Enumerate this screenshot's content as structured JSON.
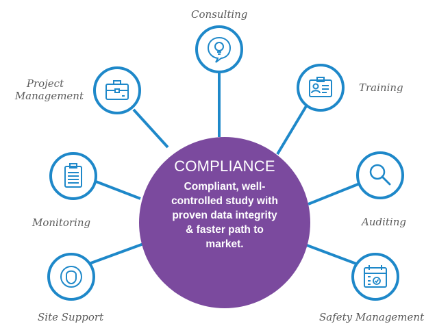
{
  "hub": {
    "title": "COMPLIANCE",
    "description_lines": [
      "Compliant, well-",
      "controlled study with",
      "proven data integrity",
      "& faster path to",
      "market."
    ]
  },
  "services": [
    {
      "id": "consulting",
      "label_lines": [
        "Consulting"
      ],
      "icon": "lightbulb-speech-icon"
    },
    {
      "id": "training",
      "label_lines": [
        "Training"
      ],
      "icon": "id-badge-icon"
    },
    {
      "id": "auditing",
      "label_lines": [
        "Auditing"
      ],
      "icon": "magnifier-icon"
    },
    {
      "id": "safety-management",
      "label_lines": [
        "Safety Management"
      ],
      "icon": "calendar-check-icon"
    },
    {
      "id": "site-support",
      "label_lines": [
        "Site Support"
      ],
      "icon": "person-icon"
    },
    {
      "id": "monitoring",
      "label_lines": [
        "Monitoring"
      ],
      "icon": "clipboard-icon"
    },
    {
      "id": "project-management",
      "label_lines": [
        "Project",
        "Management"
      ],
      "icon": "briefcase-icon"
    }
  ],
  "colors": {
    "hub": "#7b4a9e",
    "accent": "#1e88c9",
    "label": "#5a5a5a"
  }
}
